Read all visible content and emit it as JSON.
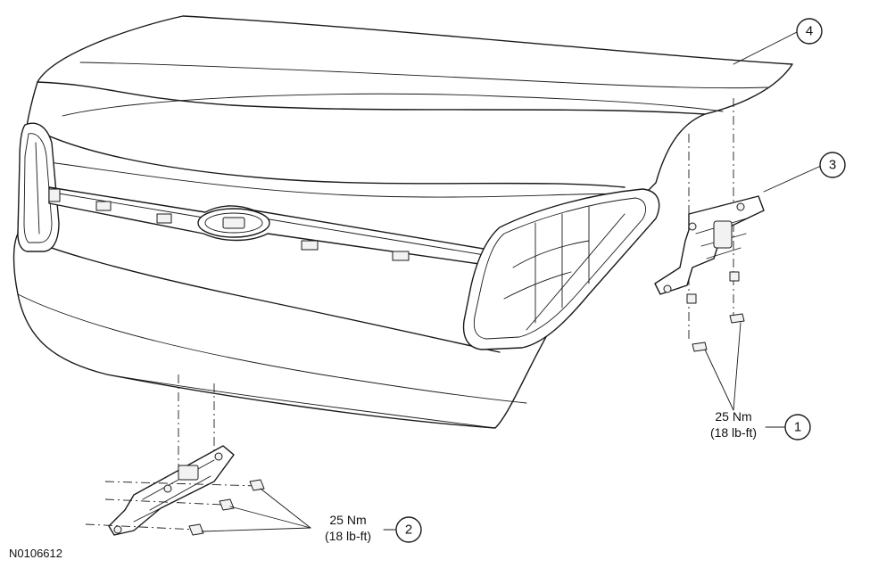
{
  "figure_id": "N0106612",
  "callouts": {
    "c1": "1",
    "c2": "2",
    "c3": "3",
    "c4": "4"
  },
  "torque_specs": {
    "hinge_bolts_right": {
      "metric": "25 Nm",
      "imperial": "(18 lb-ft)"
    },
    "hinge_nuts_left": {
      "metric": "25 Nm",
      "imperial": "(18 lb-ft)"
    }
  }
}
